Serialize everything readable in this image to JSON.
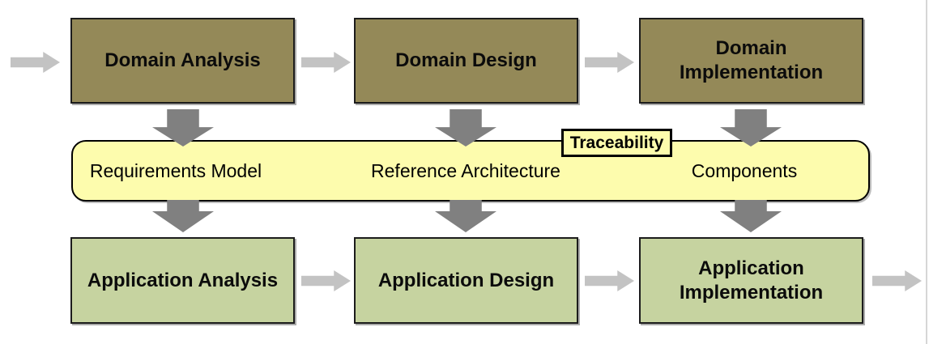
{
  "colors": {
    "domain_box_fill": "#948958",
    "application_box_fill": "#C6D3A0",
    "band_fill": "#FDFCAD",
    "box_border": "#1C1C1C",
    "band_border": "#000000",
    "down_arrow": "#808080",
    "flow_arrow": "#C3C3C3",
    "page_edge": "#D6D6D6"
  },
  "top_row": {
    "boxes": [
      {
        "label": "Domain Analysis"
      },
      {
        "label": "Domain Design"
      },
      {
        "label": "Domain\nImplementation"
      }
    ]
  },
  "band": {
    "items": [
      {
        "label": "Requirements Model"
      },
      {
        "label": "Reference Architecture"
      },
      {
        "label": "Components"
      }
    ],
    "tag_label": "Traceability"
  },
  "bottom_row": {
    "boxes": [
      {
        "label": "Application Analysis"
      },
      {
        "label": "Application Design"
      },
      {
        "label": "Application\nImplementation"
      }
    ]
  }
}
